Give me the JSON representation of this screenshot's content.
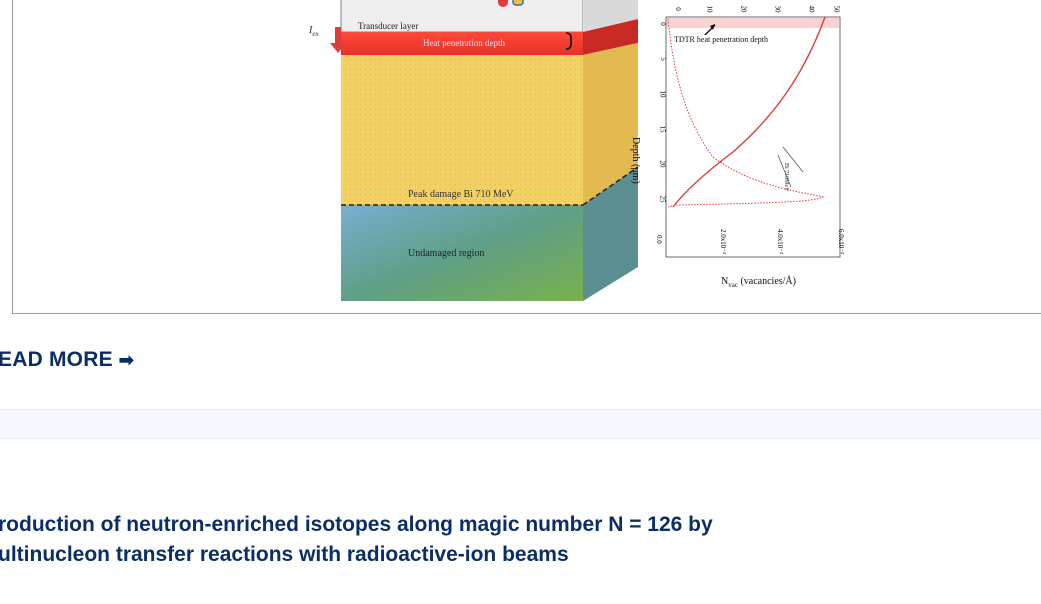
{
  "figure": {
    "layer_labels": {
      "transducer": "Transducer layer",
      "heat_depth": "Heat penetration depth",
      "peak_damage": "Peak damage Bi 710 MeV",
      "undamaged": "Undamaged region"
    },
    "side_marker": "I",
    "side_marker_sub": "ex",
    "plot": {
      "annotation_tdtr": "TDTR heat penetration depth",
      "annotation_bi": "Bi 710MeV",
      "y_axis_label": "Depth (μm)",
      "y_ticks": [
        "0",
        "5",
        "10",
        "15",
        "20",
        "25"
      ],
      "x_axis_label_main": "N",
      "x_axis_label_sub": "vac",
      "x_axis_label_rest": " (vacancies/Å)",
      "x_ticks": [
        "0.0",
        "2.0x10⁻³",
        "4.0x10⁻³",
        "6.0x10⁻³"
      ],
      "top_ticks": [
        "0",
        "10",
        "20",
        "30",
        "40",
        "50"
      ]
    }
  },
  "read_more": {
    "label": "EAD MORE",
    "arrow": "➡"
  },
  "article": {
    "title_line1": "roduction of neutron-enriched isotopes along magic number N = 126 by",
    "title_line2": "ultinucleon transfer reactions with radioactive-ion beams"
  },
  "colors": {
    "heading": "#0b2e66",
    "heat_layer": "#e8302a",
    "damage_layer": "#f3d064",
    "undamaged_layer": "#5f9f86",
    "curve": "#e23b3b"
  }
}
